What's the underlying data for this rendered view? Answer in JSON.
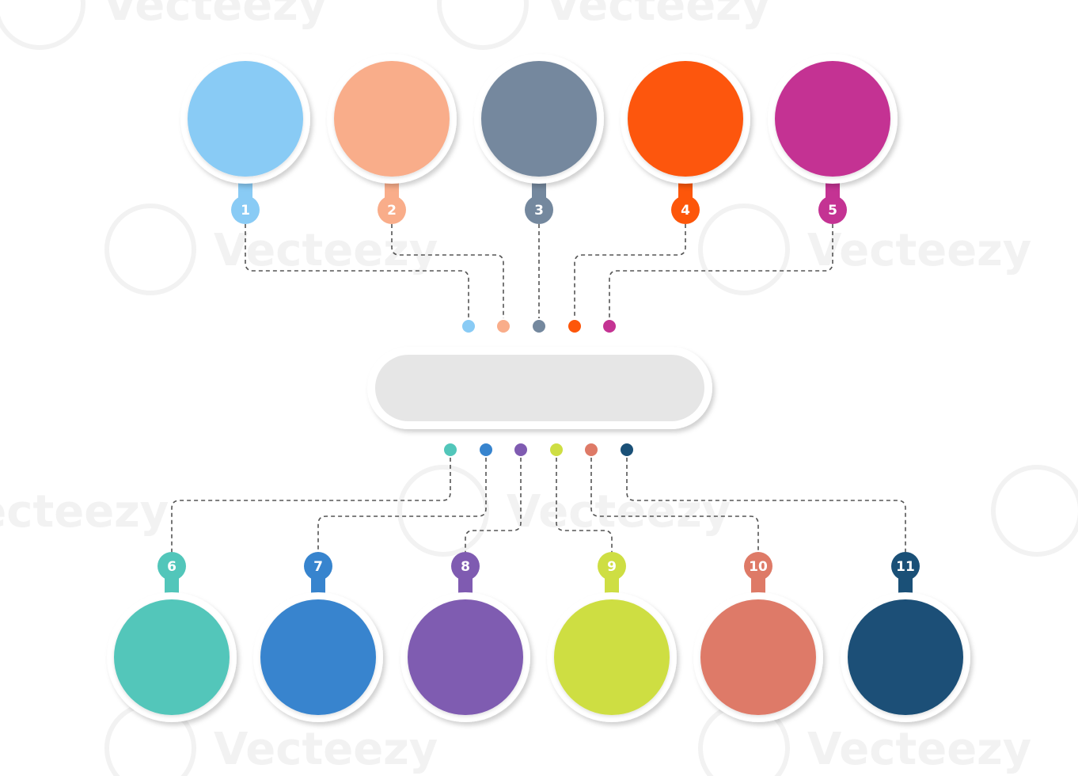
{
  "watermark": {
    "text": "Vecteezy",
    "color": "#f2f2f2"
  },
  "center_box": {
    "label": "",
    "fill": "#e6e6e6",
    "border": "#ffffff"
  },
  "top_items": [
    {
      "number": "1",
      "color": "#89cbf5"
    },
    {
      "number": "2",
      "color": "#f9ad8a"
    },
    {
      "number": "3",
      "color": "#74889e"
    },
    {
      "number": "4",
      "color": "#fd560a"
    },
    {
      "number": "5",
      "color": "#c43393"
    }
  ],
  "bottom_items": [
    {
      "number": "6",
      "color": "#52c6ba"
    },
    {
      "number": "7",
      "color": "#3784ce"
    },
    {
      "number": "8",
      "color": "#7f5bb1"
    },
    {
      "number": "9",
      "color": "#cede43"
    },
    {
      "number": "10",
      "color": "#de7a67"
    },
    {
      "number": "11",
      "color": "#1a5077"
    }
  ],
  "connector": {
    "color": "#555555"
  }
}
